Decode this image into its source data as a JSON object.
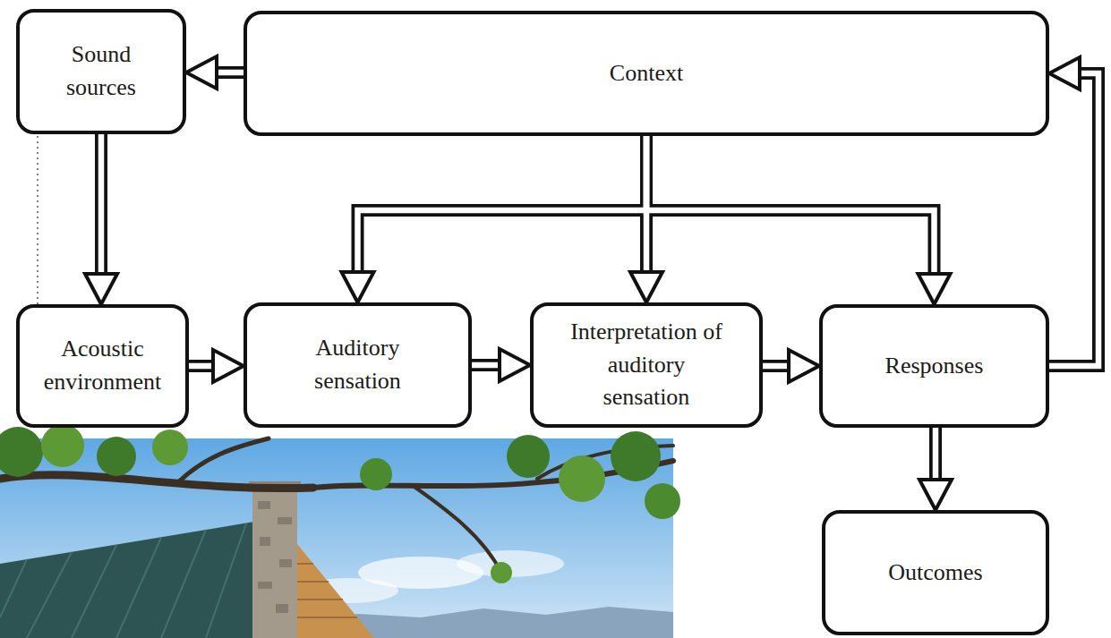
{
  "diagram": {
    "nodes": [
      {
        "text": [
          "Sound sources"
        ]
      },
      {
        "text": [
          "Context"
        ]
      },
      {
        "text": [
          "Acoustic environment"
        ]
      },
      {
        "text": [
          "Auditory sensation"
        ]
      },
      {
        "text": [
          "Interpretation of auditory sensation"
        ]
      },
      {
        "text": [
          "Responses"
        ]
      },
      {
        "text": [
          "Outcomes"
        ]
      }
    ],
    "edges": [
      {
        "from": 1,
        "to": 0,
        "arrow": "to"
      },
      {
        "from": 0,
        "to": 2,
        "arrow": "to"
      },
      {
        "from": 2,
        "to": 3,
        "arrow": "to"
      },
      {
        "from": 3,
        "to": 4,
        "arrow": "to"
      },
      {
        "from": 4,
        "to": 5,
        "arrow": "to"
      },
      {
        "from": 5,
        "to": 6,
        "arrow": "to"
      },
      {
        "from": 1,
        "to": 3,
        "arrow": "to"
      },
      {
        "from": 1,
        "to": 4,
        "arrow": "to"
      },
      {
        "from": 1,
        "to": 5,
        "arrow": "to"
      },
      {
        "from": 5,
        "to": 1,
        "arrow": "to"
      }
    ]
  }
}
